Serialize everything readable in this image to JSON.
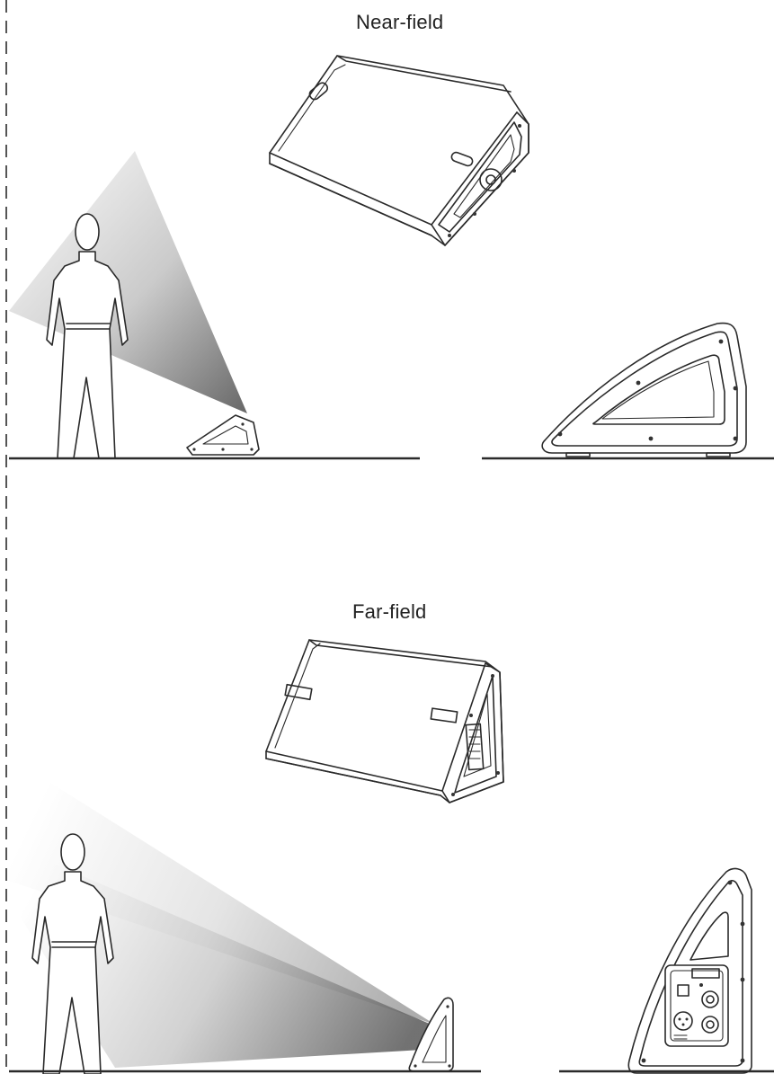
{
  "labels": {
    "near_field": "Near-field",
    "far_field": "Far-field"
  },
  "colors": {
    "line": "#2a2a2a",
    "beam_dark": "#6e6e6e",
    "beam_light": "#ffffff",
    "divider": "#555555"
  },
  "sections": [
    {
      "name": "near-field",
      "figures": [
        "speaker-perspective",
        "listener",
        "beam",
        "small-wedge-monitor",
        "side-profile-wedge"
      ]
    },
    {
      "name": "far-field",
      "figures": [
        "speaker-perspective",
        "listener",
        "beam",
        "small-steep-monitor",
        "side-profile-steep"
      ]
    }
  ]
}
